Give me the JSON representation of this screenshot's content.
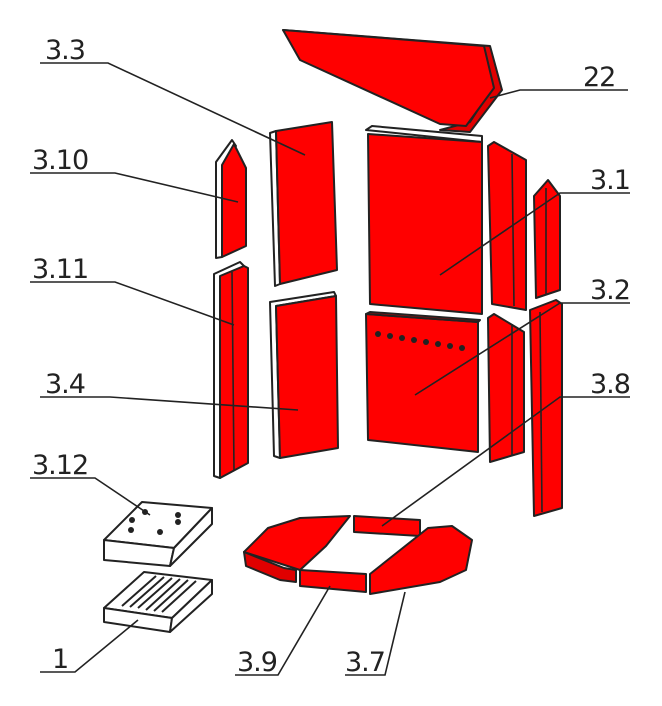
{
  "diagram": {
    "accent_color": "#ff0000",
    "labels": {
      "p22": "22",
      "p3_3": "3.3",
      "p3_10": "3.10",
      "p3_1": "3.1",
      "p3_11": "3.11",
      "p3_2": "3.2",
      "p3_4": "3.4",
      "p3_8": "3.8",
      "p3_12": "3.12",
      "p1": "1",
      "p3_9": "3.9",
      "p3_7": "3.7"
    }
  }
}
